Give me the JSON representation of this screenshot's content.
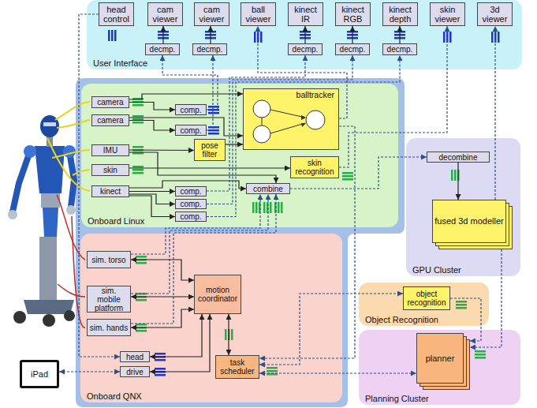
{
  "diagram": {
    "nodes": [
      {
        "text": [
          "User Interface"
        ]
      },
      {
        "text": [
          "head control"
        ],
        "in": 0
      },
      {
        "text": [
          "cam viewer"
        ],
        "in": 0
      },
      {
        "text": [
          "cam viewer"
        ],
        "in": 0
      },
      {
        "text": [
          "ball viewer"
        ],
        "in": 0
      },
      {
        "text": [
          "kinect IR"
        ],
        "in": 0
      },
      {
        "text": [
          "kinect RGB"
        ],
        "in": 0
      },
      {
        "text": [
          "kinect depth"
        ],
        "in": 0
      },
      {
        "text": [
          "skin viewer"
        ],
        "in": 0
      },
      {
        "text": [
          "3d viewer"
        ],
        "in": 0
      },
      {
        "text": [
          "decmp."
        ],
        "in": 0
      },
      {
        "text": [
          "decmp."
        ],
        "in": 0
      },
      {
        "text": [
          "decmp."
        ],
        "in": 0
      },
      {
        "text": [
          "decmp."
        ],
        "in": 0
      },
      {
        "text": [
          "decmp."
        ],
        "in": 0
      },
      {
        "text": [
          "Onboard Linux"
        ]
      },
      {
        "text": [
          "camera"
        ],
        "in": 15
      },
      {
        "text": [
          "camera"
        ],
        "in": 15
      },
      {
        "text": [
          "comp."
        ],
        "in": 15
      },
      {
        "text": [
          "comp."
        ],
        "in": 15
      },
      {
        "text": [
          "balltracker"
        ],
        "in": 15
      },
      {
        "text": [
          "IMU"
        ],
        "in": 15
      },
      {
        "text": [
          "pose filter"
        ],
        "in": 15
      },
      {
        "text": [
          "skin"
        ],
        "in": 15
      },
      {
        "text": [
          "skin recognition"
        ],
        "in": 15
      },
      {
        "text": [
          "kinect"
        ],
        "in": 15
      },
      {
        "text": [
          "combine"
        ],
        "in": 15
      },
      {
        "text": [
          "comp."
        ],
        "in": 15
      },
      {
        "text": [
          "comp."
        ],
        "in": 15
      },
      {
        "text": [
          "comp."
        ],
        "in": 15
      },
      {
        "text": [
          "GPU Cluster"
        ]
      },
      {
        "text": [
          "decombine"
        ],
        "in": 30
      },
      {
        "text": [
          "fused 3d modeller"
        ],
        "in": 30
      },
      {
        "text": [
          "Onboard QNX"
        ]
      },
      {
        "text": [
          "sim. torso"
        ],
        "in": 33
      },
      {
        "text": [
          "sim. mobile platform"
        ],
        "in": 33
      },
      {
        "text": [
          "sim. hands"
        ],
        "in": 33
      },
      {
        "text": [
          "motion coordinator"
        ],
        "in": 33
      },
      {
        "text": [
          "head"
        ],
        "in": 33
      },
      {
        "text": [
          "drive"
        ],
        "in": 33
      },
      {
        "text": [
          "task scheduler"
        ],
        "in": 33
      },
      {
        "text": [
          "iPad"
        ]
      },
      {
        "text": [
          "Object Recognition"
        ]
      },
      {
        "text": [
          "object recognition"
        ],
        "in": 42
      },
      {
        "text": [
          "Planning Cluster"
        ]
      },
      {
        "text": [
          "planner"
        ],
        "in": 44
      }
    ],
    "edges": [
      {
        "from": 16,
        "to": 18,
        "arrow": "to"
      },
      {
        "from": 17,
        "to": 19,
        "arrow": "to"
      },
      {
        "from": 16,
        "to": 20,
        "arrow": "to"
      },
      {
        "from": 17,
        "to": 20,
        "arrow": "to"
      },
      {
        "from": 21,
        "to": 22,
        "arrow": "to"
      },
      {
        "from": 22,
        "to": 20,
        "arrow": "to"
      },
      {
        "from": 23,
        "to": 24,
        "arrow": "to"
      },
      {
        "from": 21,
        "to": 26,
        "arrow": "to"
      },
      {
        "from": 25,
        "to": 27,
        "arrow": "to"
      },
      {
        "from": 25,
        "to": 28,
        "arrow": "to"
      },
      {
        "from": 25,
        "to": 29,
        "arrow": "to"
      },
      {
        "from": 25,
        "to": 26,
        "arrow": "to"
      },
      {
        "from": 34,
        "to": 26,
        "arrow": "to"
      },
      {
        "from": 35,
        "to": 26,
        "arrow": "to"
      },
      {
        "from": 36,
        "to": 26,
        "arrow": "to"
      },
      {
        "from": 18,
        "to": 10,
        "arrow": "to"
      },
      {
        "from": 19,
        "to": 11,
        "arrow": "to"
      },
      {
        "from": 10,
        "to": 2,
        "arrow": "to"
      },
      {
        "from": 11,
        "to": 3,
        "arrow": "to"
      },
      {
        "from": 20,
        "to": 4,
        "arrow": "to"
      },
      {
        "from": 27,
        "to": 12,
        "arrow": "to"
      },
      {
        "from": 28,
        "to": 13,
        "arrow": "to"
      },
      {
        "from": 29,
        "to": 14,
        "arrow": "to"
      },
      {
        "from": 12,
        "to": 5,
        "arrow": "to"
      },
      {
        "from": 13,
        "to": 6,
        "arrow": "to"
      },
      {
        "from": 14,
        "to": 7,
        "arrow": "to"
      },
      {
        "from": 24,
        "to": 8,
        "arrow": "to"
      },
      {
        "from": 26,
        "to": 31,
        "arrow": "to"
      },
      {
        "from": 31,
        "to": 32,
        "arrow": "to"
      },
      {
        "from": 32,
        "to": 9,
        "arrow": "to"
      },
      {
        "from": 32,
        "to": 45,
        "arrow": "to"
      },
      {
        "from": 43,
        "to": 45,
        "arrow": "to"
      },
      {
        "from": 40,
        "to": 43,
        "arrow": "both"
      },
      {
        "from": 40,
        "to": 45,
        "arrow": "both"
      },
      {
        "from": 37,
        "to": 40,
        "arrow": "both"
      },
      {
        "from": 34,
        "to": 37,
        "arrow": "both"
      },
      {
        "from": 35,
        "to": 37,
        "arrow": "both"
      },
      {
        "from": 36,
        "to": 37,
        "arrow": "both"
      },
      {
        "from": 38,
        "to": 37,
        "arrow": "both"
      },
      {
        "from": 39,
        "to": 37,
        "arrow": "both"
      },
      {
        "from": 41,
        "to": 39,
        "arrow": "both"
      },
      {
        "from": 1,
        "to": 38,
        "arrow": "to"
      },
      {
        "from": 20,
        "to": 40,
        "arrow": "to"
      }
    ]
  }
}
